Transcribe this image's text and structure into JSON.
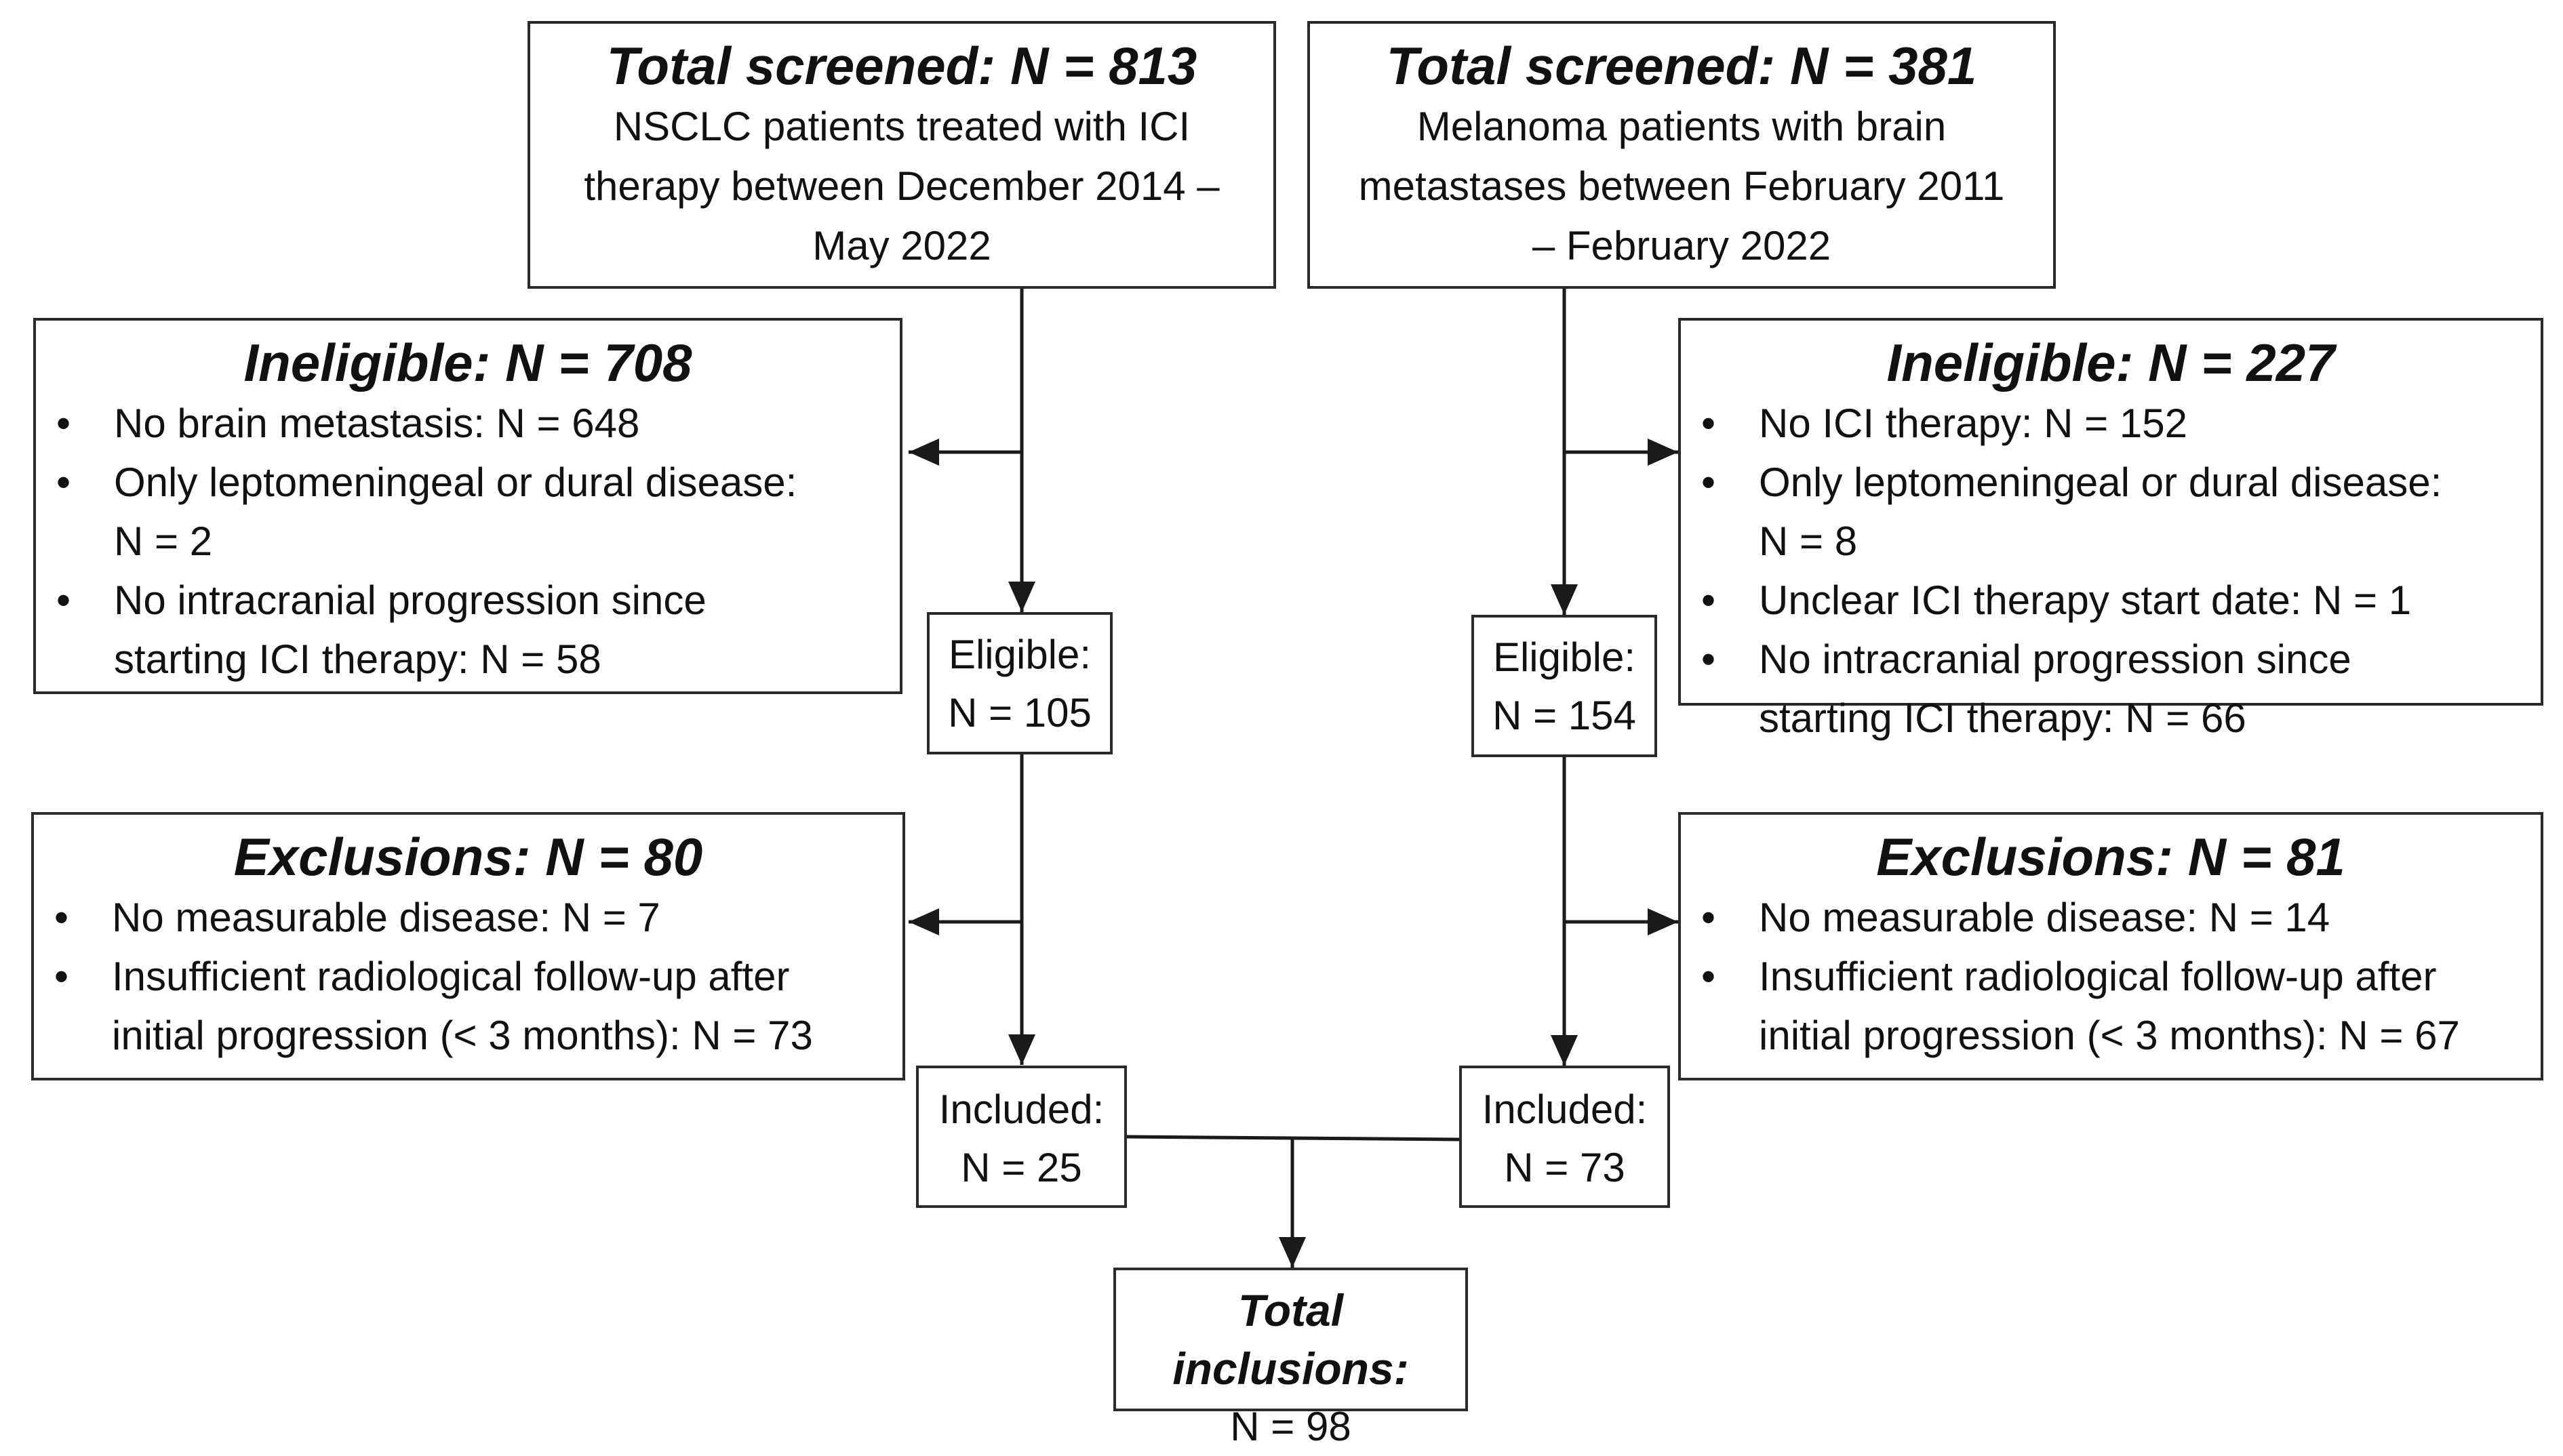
{
  "nsclc": {
    "screened": {
      "title": "Total screened: N = 813",
      "desc_lines": [
        "NSCLC patients treated with ICI",
        "therapy between December 2014 –",
        "May 2022"
      ]
    },
    "ineligible": {
      "title": "Ineligible: N = 708",
      "items": [
        "No brain metastasis: N = 648",
        "Only leptomeningeal or dural disease: N = 2",
        "No intracranial progression since starting ICI therapy: N = 58"
      ]
    },
    "eligible": {
      "label": "Eligible:",
      "value": "N = 105"
    },
    "exclusions": {
      "title": "Exclusions: N = 80",
      "items": [
        "No measurable disease: N = 7",
        "Insufficient radiological follow-up after initial progression (< 3 months): N = 73"
      ]
    },
    "included": {
      "label": "Included:",
      "value": "N = 25"
    }
  },
  "melanoma": {
    "screened": {
      "title": "Total screened: N = 381",
      "desc_lines": [
        "Melanoma patients with brain",
        "metastases between February 2011",
        "– February 2022"
      ]
    },
    "ineligible": {
      "title": "Ineligible: N = 227",
      "items": [
        "No ICI therapy: N = 152",
        "Only leptomeningeal or dural disease: N = 8",
        "Unclear ICI therapy start date: N = 1",
        "No intracranial progression since starting ICI therapy: N = 66"
      ]
    },
    "eligible": {
      "label": "Eligible:",
      "value": "N = 154"
    },
    "exclusions": {
      "title": "Exclusions: N = 81",
      "items": [
        "No measurable disease: N = 14",
        "Insufficient radiological follow-up after initial progression (< 3 months): N = 67"
      ]
    },
    "included": {
      "label": "Included:",
      "value": "N = 73"
    }
  },
  "total": {
    "label": "Total inclusions:",
    "value": "N = 98"
  }
}
